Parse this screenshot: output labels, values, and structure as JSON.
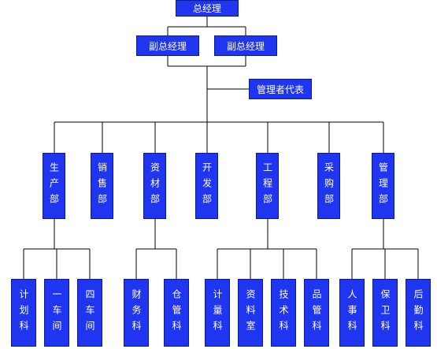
{
  "org": {
    "top": "总经理",
    "vps": [
      "副总经理",
      "副总经理"
    ],
    "rep": "管理者代表",
    "departments": [
      {
        "name": "生产部",
        "subs": [
          "计划科",
          "一车间",
          "四车间"
        ]
      },
      {
        "name": "销售部",
        "subs": []
      },
      {
        "name": "资材部",
        "subs": [
          "财务科",
          "仓管科"
        ]
      },
      {
        "name": "开发部",
        "subs": []
      },
      {
        "name": "工程部",
        "subs": [
          "计量科",
          "资料室",
          "技术科",
          "品管科"
        ]
      },
      {
        "name": "采购部",
        "subs": []
      },
      {
        "name": "管理部",
        "subs": [
          "人事科",
          "保卫科",
          "后勤科"
        ]
      }
    ]
  },
  "colors": {
    "box_fill": "#2035f0",
    "box_border": "#0b1a9a",
    "box_text": "#ffffff",
    "line": "#000000"
  }
}
